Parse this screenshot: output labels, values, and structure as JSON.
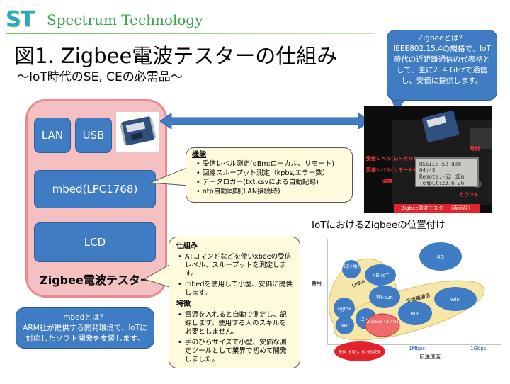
{
  "logo": {
    "mark": "ST",
    "name": "Spectrum Technology"
  },
  "title": "図1. Zigbee電波テスターの仕組み",
  "subtitle": "〜IoT時代のSE, CEの必需品〜",
  "zigbee_callout": {
    "heading": "Zigbeeとは？",
    "body": "IEEE802.15.4の規格で、IoT時代の近距離通信の代表格として、主に2. 4 GHzで通信し、安価に提供します。"
  },
  "device": {
    "lan": "LAN",
    "usb": "USB",
    "mbed": "mbed(LPC1768)",
    "lcd": "LCD",
    "label": "Zigbee電波テスター"
  },
  "functions": {
    "title": "機能",
    "items": [
      "受信レベル測定(dBm;ローカル、リモート)",
      "回線スループット測定（kpbs,エラー数）",
      "データロガー(txt,csvによる自動記録)",
      "ntp自動同期(LAN接続時)"
    ]
  },
  "how": {
    "title1": "仕組み",
    "items1": [
      "ATコマンドなどを使いxbeeの受信レベル、スループットを測定します。",
      "mbedを使用して小型、安価に提供します。"
    ],
    "title2": "特徴",
    "items2": [
      "電源を入れると自動で測定し、記録します。使用する人のスキルを必要としません。",
      "手のひらサイズで小型、安価な測定ツールとして業界で初めて開発しました。"
    ]
  },
  "mbed_callout": {
    "heading": "mbedとは？",
    "body": "ARM社が提供する開発環境で、IoTに対応したソフト開発を支援します。"
  },
  "photo": {
    "labels": {
      "local": "受信レベル(ローカル)",
      "remote": "受信レベル(リモート)",
      "temp": "温度",
      "time": "時刻",
      "count": "カウント"
    },
    "lcd_lines": [
      "RSSIL:-52 dBm 04:45",
      "Remote:-62 dBm",
      "TempCt:23.6   26"
    ],
    "caption": "Zigbee電波テスター（表示部）"
  },
  "position_title": "IoTにおけるZigbeeの位置付け",
  "chart_data": {
    "type": "bubble",
    "ylabel": "費用",
    "xlabel": "伝送速度",
    "x_ticks": [
      "1Mbps",
      "1Gbps"
    ],
    "groups": [
      "LPWA",
      "近距離通信"
    ],
    "bubbles": [
      {
        "label": "特定小電力"
      },
      {
        "label": "NB-IoT"
      },
      {
        "label": "4G"
      },
      {
        "label": "Wi-sun"
      },
      {
        "label": "sigfox"
      },
      {
        "label": "Z-wave"
      },
      {
        "label": "NFC"
      },
      {
        "label": "Zigbee (2.4G)"
      },
      {
        "label": "BLE"
      },
      {
        "label": "WiFi"
      }
    ],
    "note": "安価、省電力、長い通信距離"
  },
  "colors": {
    "accent_blue": "#3f7cc4",
    "device_pink": "#f5c0c2",
    "callout_yellow": "#fffbdc",
    "zigbee_red": "#e3232c"
  }
}
